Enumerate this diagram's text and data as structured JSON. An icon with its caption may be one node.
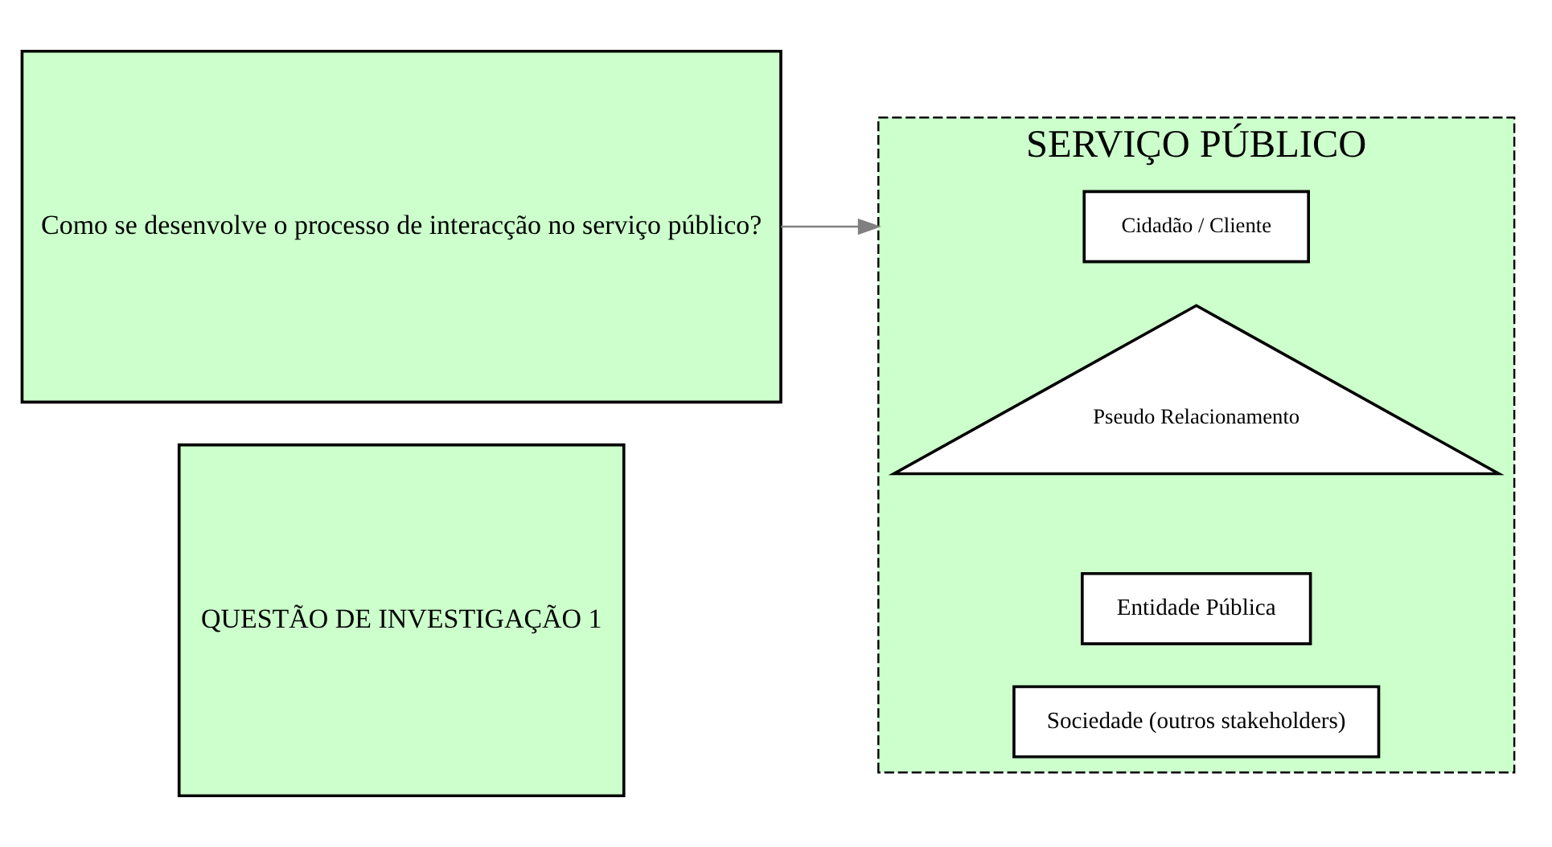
{
  "diagram": {
    "nodes": [
      {
        "text": [
          "QUESTÃO DE INVESTIGAÇÃO 1"
        ]
      },
      {
        "text": [
          "Como se desenvolve o processo de interacção no serviço público?"
        ]
      },
      {
        "text": [
          "SERVIÇO PÚBLICO"
        ]
      },
      {
        "text": [
          "Cidadão / Cliente"
        ],
        "in": 2
      },
      {
        "text": [
          "Pseudo Relacionamento"
        ],
        "in": 2
      },
      {
        "text": [
          "Entidade Pública"
        ],
        "in": 2
      },
      {
        "text": [
          "Sociedade (outros stakeholders)"
        ],
        "in": 2
      }
    ],
    "edges": [
      {
        "from": 1,
        "to": 2,
        "arrow": "to"
      }
    ]
  }
}
